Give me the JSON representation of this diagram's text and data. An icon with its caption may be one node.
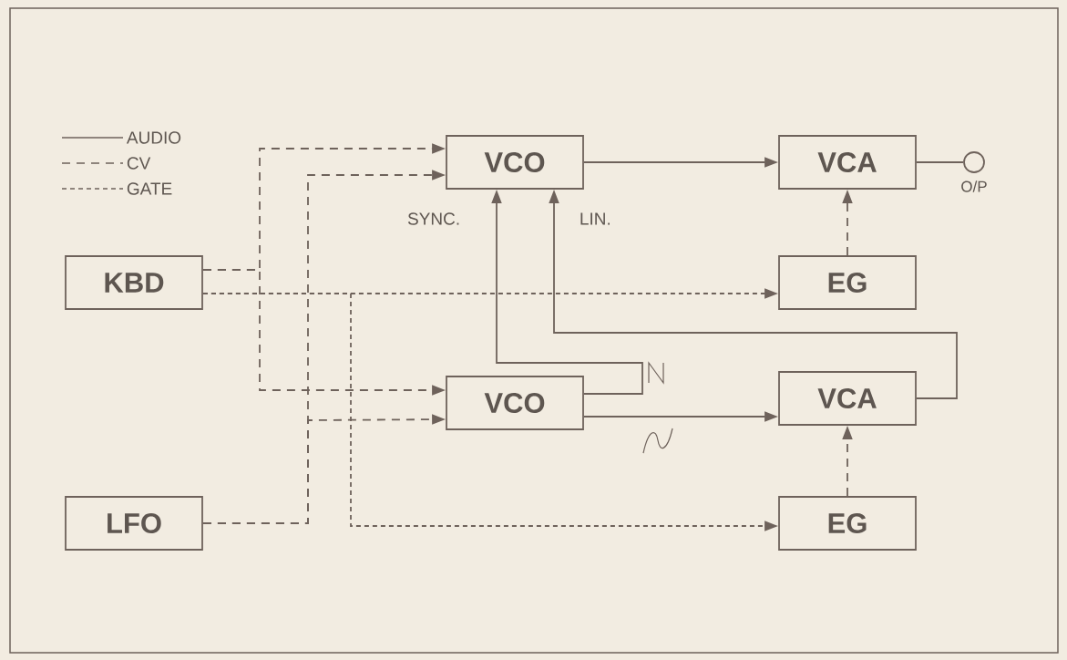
{
  "diagram": {
    "nodes": [
      {
        "text": [
          "KBD"
        ]
      },
      {
        "text": [
          "LFO"
        ]
      },
      {
        "text": [
          "VCO"
        ]
      },
      {
        "text": [
          "VCO"
        ]
      },
      {
        "text": [
          "VCA"
        ]
      },
      {
        "text": [
          "EG"
        ]
      },
      {
        "text": [
          "VCA"
        ]
      },
      {
        "text": [
          "EG"
        ]
      },
      {
        "text": [],
        "shape": "circle",
        "beside": [
          "O/P"
        ]
      }
    ],
    "edges": [
      {
        "from": 0,
        "to": 2,
        "arrow": "to",
        "style": "dashed"
      },
      {
        "from": 0,
        "to": 3,
        "arrow": "to",
        "style": "dashed"
      },
      {
        "from": 1,
        "to": 2,
        "arrow": "to",
        "style": "dashed"
      },
      {
        "from": 1,
        "to": 3,
        "arrow": "to",
        "style": "dashed"
      },
      {
        "from": 0,
        "to": 5,
        "arrow": "to",
        "style": "dashed"
      },
      {
        "from": 0,
        "to": 7,
        "arrow": "to",
        "style": "dashed"
      },
      {
        "from": 2,
        "to": 4,
        "arrow": "to"
      },
      {
        "from": 4,
        "to": 8,
        "arrow": "none"
      },
      {
        "from": 5,
        "to": 4,
        "arrow": "to",
        "style": "dashed"
      },
      {
        "from": 3,
        "to": 2,
        "arrow": "to",
        "label": "SYNC."
      },
      {
        "from": 6,
        "to": 2,
        "arrow": "to",
        "label": "LIN."
      },
      {
        "from": 3,
        "to": 6,
        "arrow": "to"
      },
      {
        "from": 7,
        "to": 6,
        "arrow": "to",
        "style": "dashed"
      }
    ],
    "legend": [
      {
        "text": "AUDIO"
      },
      {
        "text": "CV"
      },
      {
        "text": "GATE"
      }
    ]
  }
}
